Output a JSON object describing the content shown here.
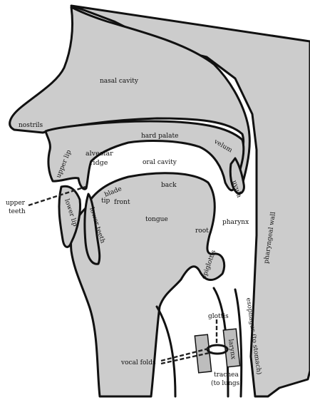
{
  "labels": {
    "nasal_cavity": "nasal cavity",
    "nostrils": "nostrils",
    "hard_palate": "hard palate",
    "velum": "velum",
    "alveolar": "alveolar",
    "ridge": "ridge",
    "oral_cavity": "oral cavity",
    "upper_lip": "upper lip",
    "upper": "upper",
    "teeth": "teeth",
    "lower_lip": "lower lip",
    "lower_teeth": "lower teeth",
    "blade": "blade",
    "tip": "tip",
    "front": "front",
    "back": "back",
    "uvula": "uvula",
    "tongue": "tongue",
    "root": "root",
    "pharynx": "pharynx",
    "pharyngeal_wall": "pharyngeal wall",
    "epiglottis": "epiglottis",
    "glottis": "glottis",
    "larynx": "larynx",
    "esophagus": "esophagus (to stomach)",
    "vocal_folds": "vocal folds",
    "trachea": "trachea",
    "to_lungs": "(to lungs)"
  },
  "colors": {
    "fill": "#cccccc",
    "stroke": "#111111",
    "background": "#ffffff"
  }
}
